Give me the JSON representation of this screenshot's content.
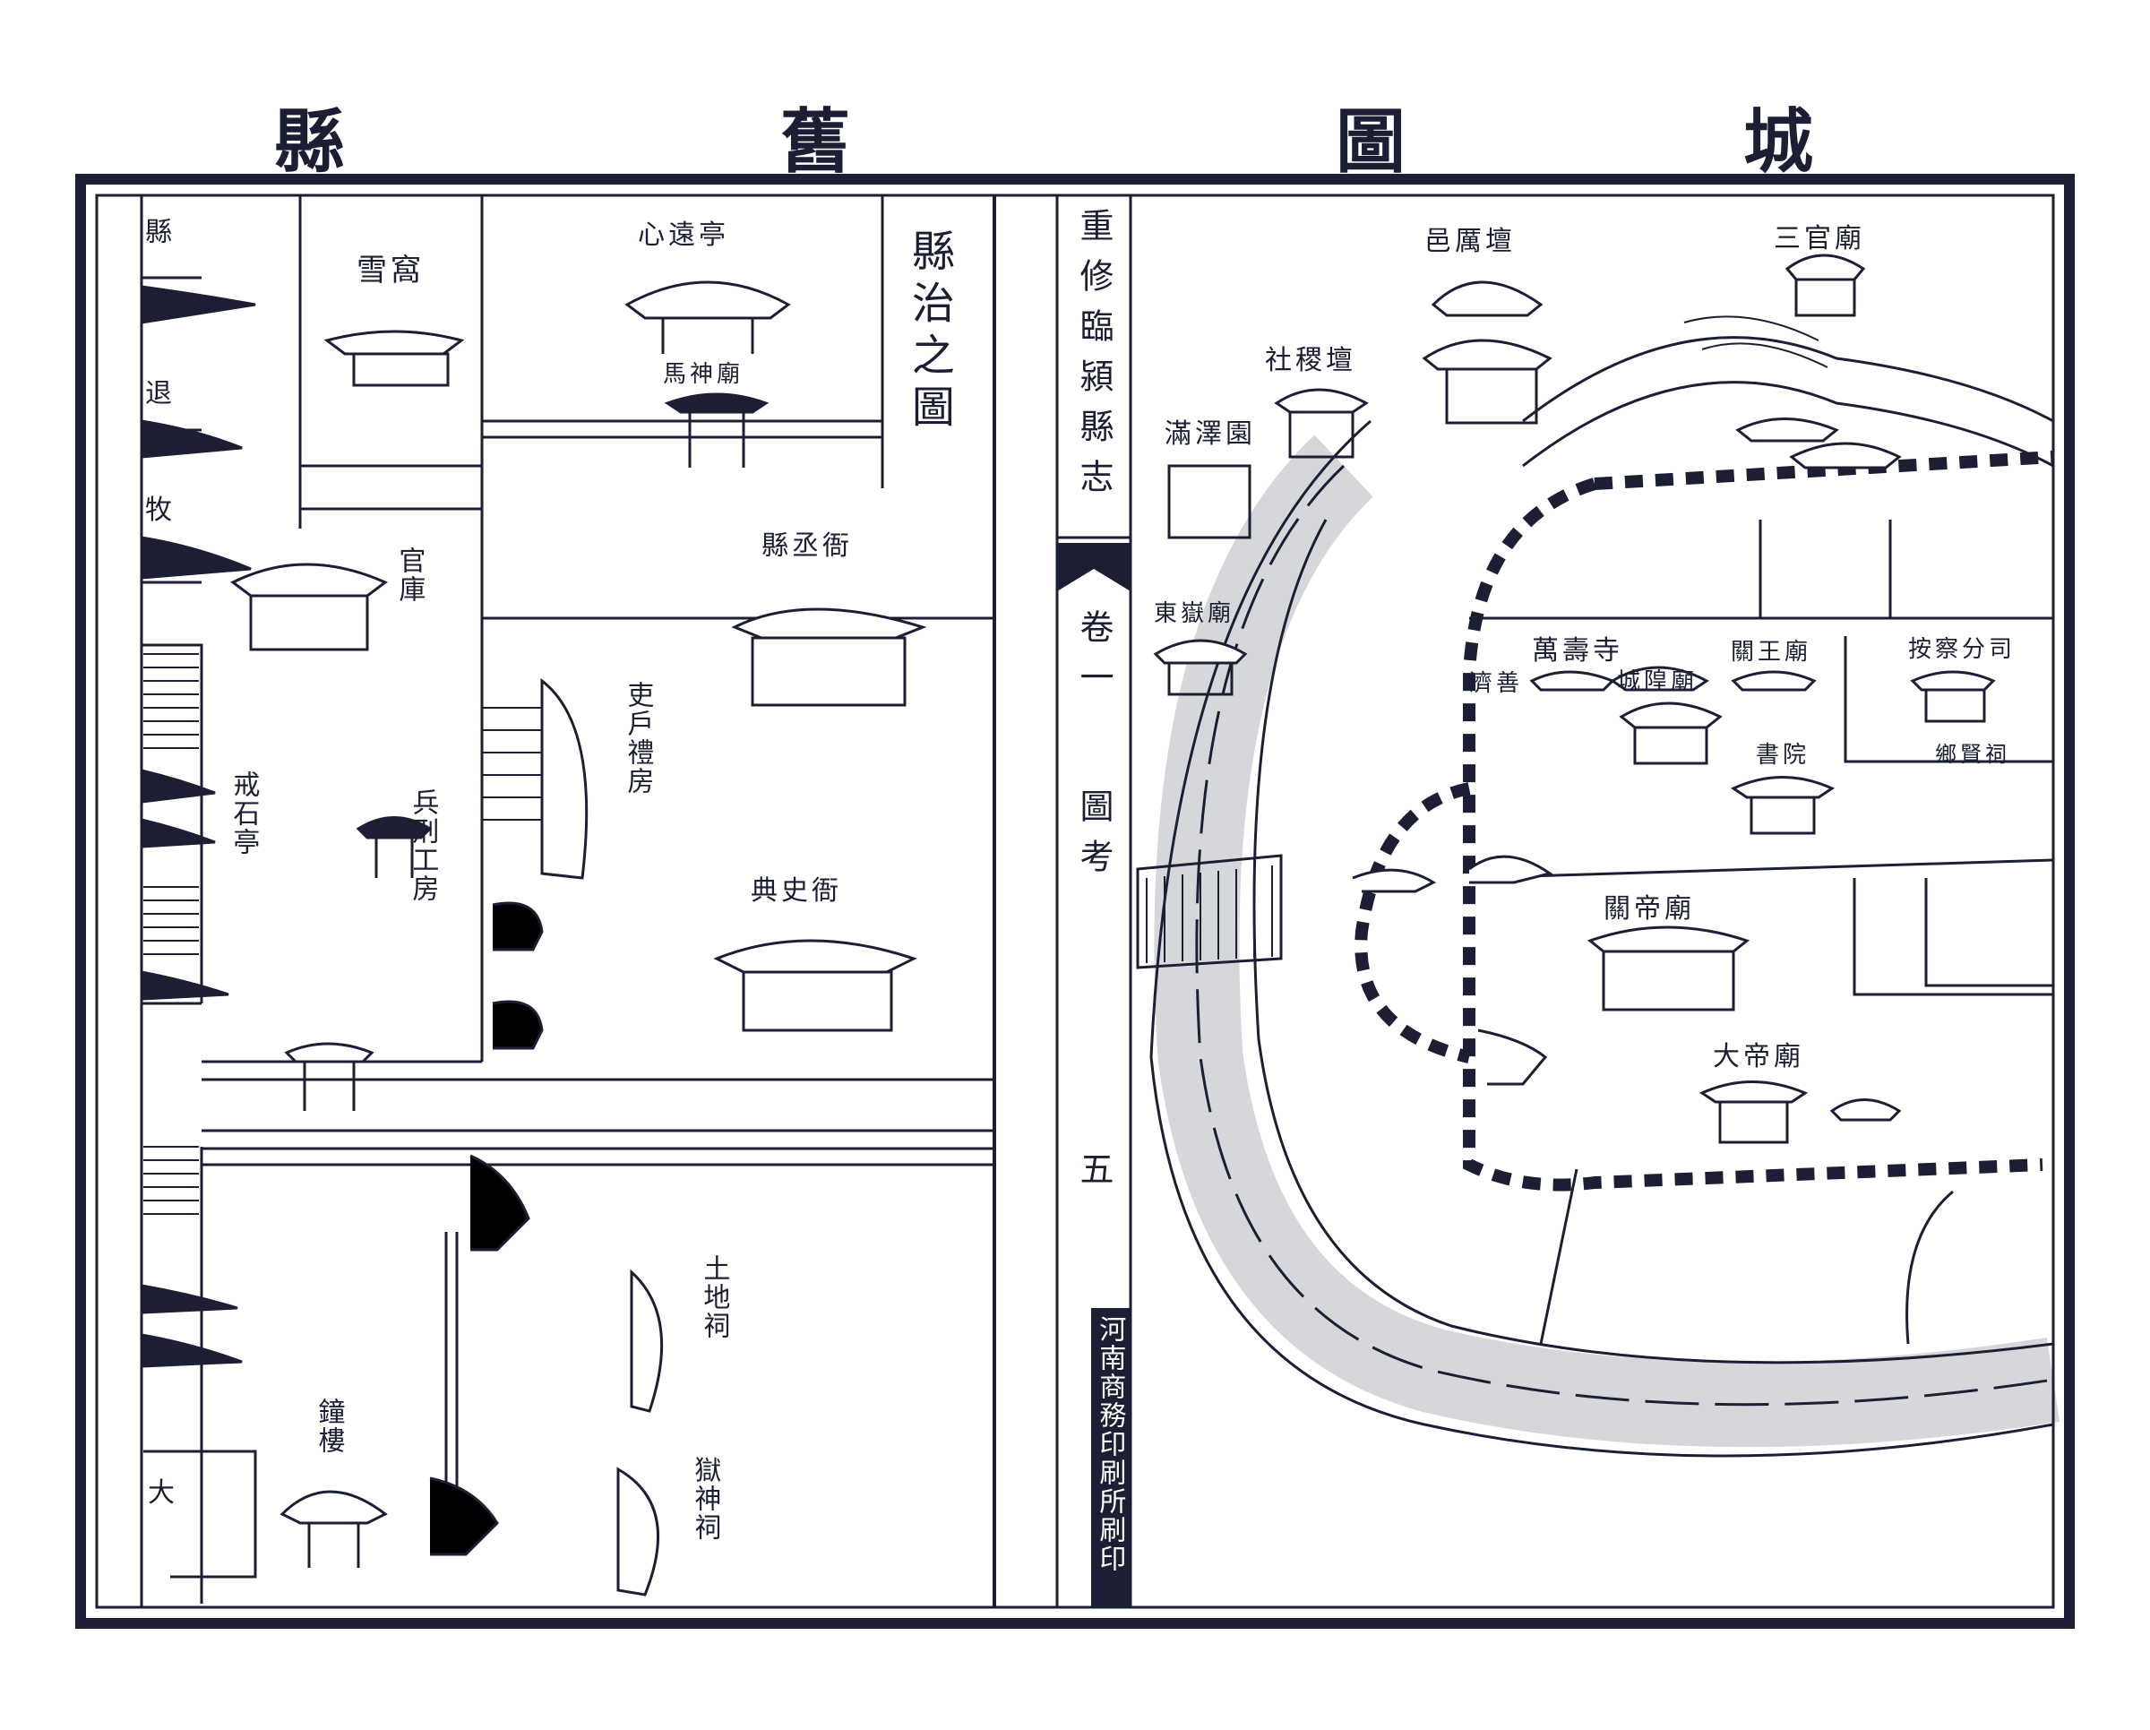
{
  "title": [
    "城",
    "圖",
    "舊",
    "縣"
  ],
  "spine": {
    "book_title": "重修臨潁縣志",
    "volume": "卷一",
    "section": "圖考",
    "page_number": "五",
    "printer": "河南商務印刷所刷印"
  },
  "left_panel": {
    "heading": "縣治之圖",
    "labels": {
      "xin_yuan_ting": "心遠亭",
      "ma_shen_miao": "馬神廟",
      "xue_wo": "雪窩",
      "guan_ku": "官庫",
      "xian_cheng_ya": "縣丞衙",
      "dian_shi_ya": "典史衙",
      "li_hu_fang": "吏戶禮房",
      "bing_xing_gong_fang": "兵刑工房",
      "jie_shi_ting": "戒石亭",
      "tu_di_ci": "土地祠",
      "zhong_lou": "鐘樓",
      "yu_shen_ci": "獄神祠",
      "side_column": [
        "縣",
        "退",
        "牧",
        "大"
      ]
    }
  },
  "right_panel": {
    "labels": {
      "san_guan_miao": "三官廟",
      "yi_li_tan": "邑厲壇",
      "she_ji_tan": "社稷壇",
      "man_ze_yuan": "滿澤園",
      "dong_yue_miao": "東嶽廟",
      "wan_shou_si": "萬壽寺",
      "ji_shan": "濟善",
      "cheng_huang_miao": "城隍廟",
      "guan_wang_miao": "關王廟",
      "an_cha_si": "按察分司",
      "shu_yuan": "書院",
      "xiang_xian_ci": "鄉賢祠",
      "guan_di_miao": "關帝廟",
      "da_di_miao": "大帝廟"
    }
  }
}
